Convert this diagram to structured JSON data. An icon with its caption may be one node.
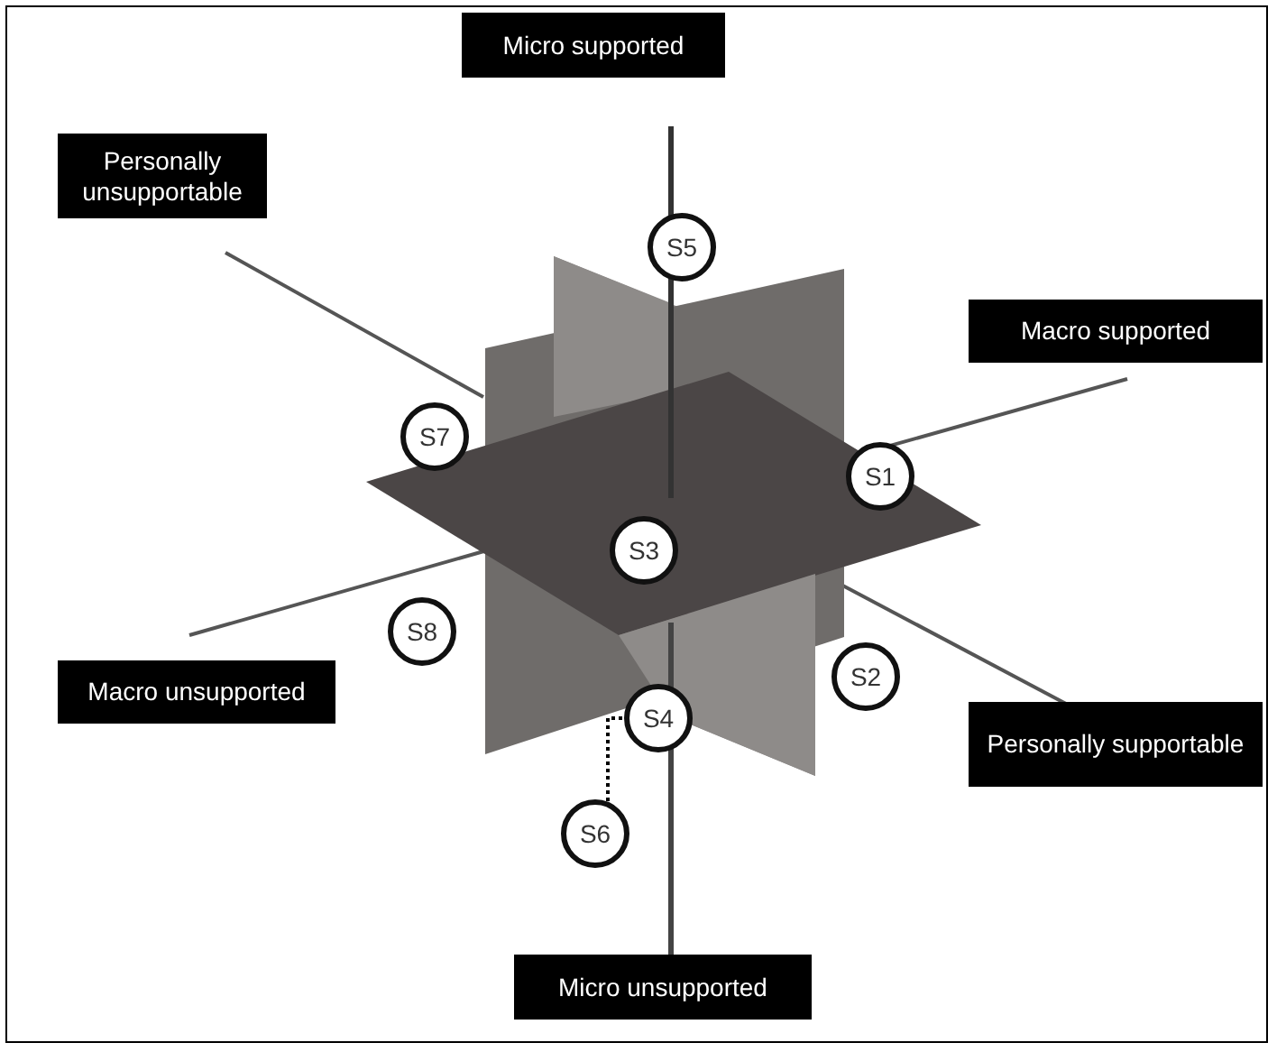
{
  "diagram": {
    "nodes": [
      {
        "text": [
          "Micro supported"
        ]
      },
      {
        "text": [
          "Personally unsupportable"
        ]
      },
      {
        "text": [
          "S5"
        ]
      },
      {
        "text": [
          "Macro supported"
        ]
      },
      {
        "text": [
          "S7"
        ]
      },
      {
        "text": [
          "S1"
        ]
      },
      {
        "text": [
          "S3"
        ]
      },
      {
        "text": [
          "S8"
        ]
      },
      {
        "text": [
          "Macro unsupported"
        ]
      },
      {
        "text": [
          "S2"
        ]
      },
      {
        "text": [
          "S4"
        ]
      },
      {
        "text": [
          "Personally supportable"
        ]
      },
      {
        "text": [
          "S6"
        ]
      },
      {
        "text": [
          "Micro unsupported"
        ]
      }
    ],
    "edges": [
      {
        "from": 12,
        "to": 10,
        "arrow": "none",
        "style": "dashed"
      }
    ]
  }
}
